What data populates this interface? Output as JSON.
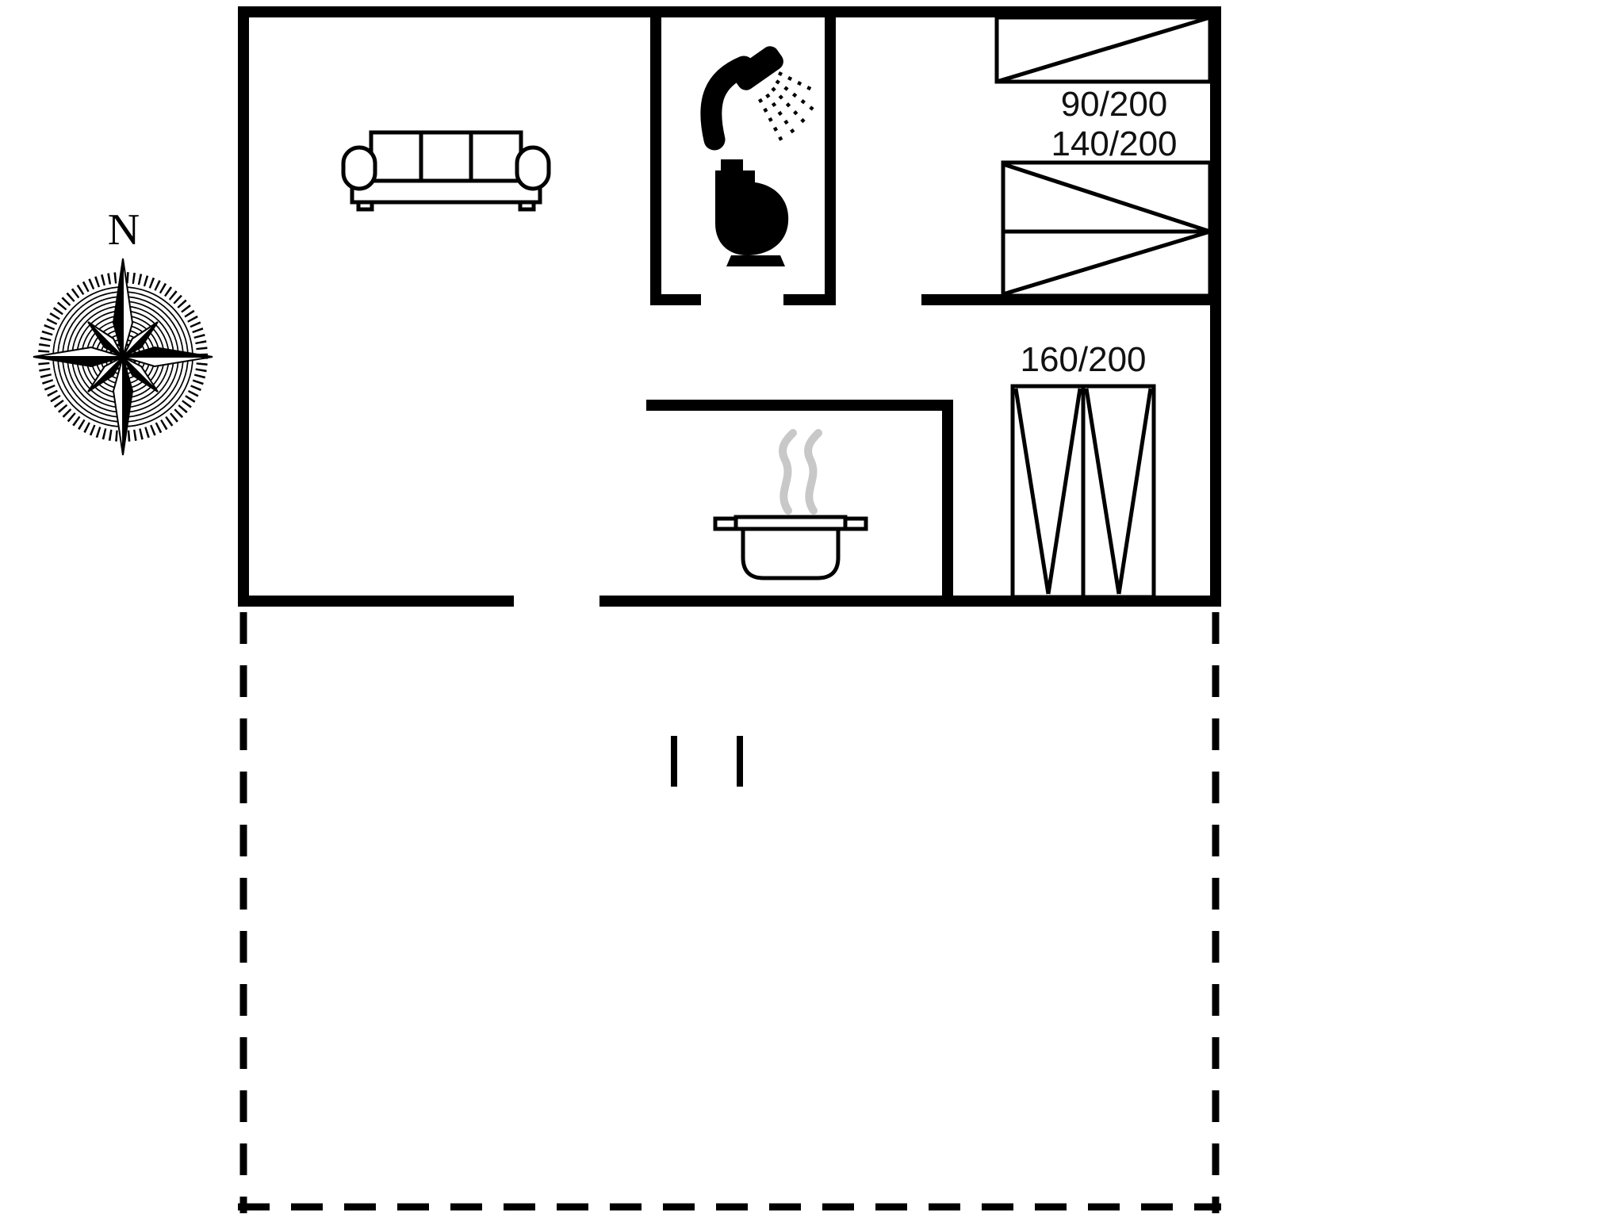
{
  "canvas": {
    "background": "#ffffff",
    "wall_color": "#000000",
    "line_color": "#000000",
    "steam_color": "#c8c8c8"
  },
  "compass": {
    "north_label": "N"
  },
  "bed_labels": [
    {
      "id": "bed-90x200",
      "label": "90/200"
    },
    {
      "id": "bed-140x200",
      "label": "140/200"
    },
    {
      "id": "bed-160x200",
      "label": "160/200"
    }
  ],
  "icons": [
    {
      "name": "compass-rose-icon",
      "meaning": "compass rose, north orientation"
    },
    {
      "name": "sofa-icon",
      "meaning": "three-seat sofa in living room"
    },
    {
      "name": "shower-icon",
      "meaning": "shower head with spray in bathroom"
    },
    {
      "name": "toilet-icon",
      "meaning": "toilet in bathroom"
    },
    {
      "name": "cooking-pot-icon",
      "meaning": "cooking pot (kitchen / stove)"
    },
    {
      "name": "steam-icon",
      "meaning": "steam rising from pot"
    },
    {
      "name": "single-bed-icon",
      "meaning": "bed 90/200 in top-right bedroom"
    },
    {
      "name": "double-bed-icon",
      "meaning": "bed 140/200 in top-right bedroom"
    },
    {
      "name": "double-bed-vertical-icon",
      "meaning": "bed 160/200 in right bedroom"
    },
    {
      "name": "terrace-dashed-outline",
      "meaning": "terrace boundary (dashed line)"
    },
    {
      "name": "terrace-door-posts",
      "meaning": "two short post marks on terrace"
    }
  ]
}
